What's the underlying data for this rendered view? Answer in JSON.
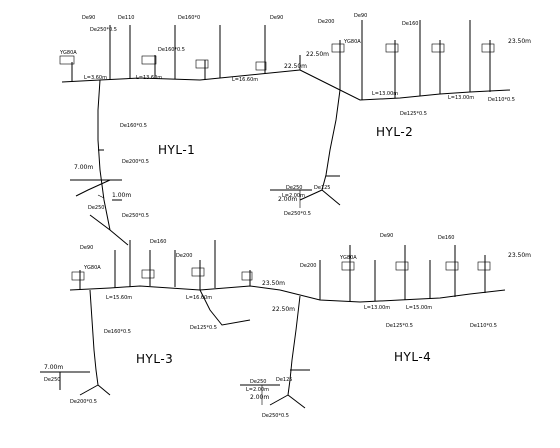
{
  "systems": [
    {
      "title": "HYL-1"
    },
    {
      "title": "HYL-2"
    },
    {
      "title": "HYL-3"
    },
    {
      "title": "HYL-4"
    }
  ],
  "elevations": {
    "hyl1_top": "22.50m",
    "hyl2_top": "23.50m",
    "hyl2_mid": "22.50m",
    "hyl3_top": "23.50m",
    "hyl3_mid": "22.50m",
    "hyl4_top": "23.50m",
    "hyl1_base": "7.00m",
    "hyl1_low": "1.00m",
    "hyl2_base": "2.00m",
    "hyl3_base": "7.00m",
    "hyl4_base": "2.00m"
  },
  "labels": {
    "h1_a": "De90",
    "h1_b": "De110",
    "h1_c": "De160*0",
    "h1_d": "De250*0.5",
    "h1_e": "De160*0.5",
    "h1_f": "De90",
    "h1_len1": "L=3.60m",
    "h1_len2": "L=13.60m",
    "h1_len3": "L=16.60m",
    "h1_g": "De160*0.5",
    "h1_h": "De200*0.5",
    "h1_i": "De250*0.5",
    "h1_j": "De250",
    "h1_k": "YG80A",
    "h2_a": "De90",
    "h2_b": "De160",
    "h2_c": "De200",
    "h2_len1": "L=13.00m",
    "h2_len2": "L=13.00m",
    "h2_d": "De125*0.5",
    "h2_e": "De110*0.5",
    "h2_f": "De250",
    "h2_len3": "L=2.00m",
    "h2_g": "De125",
    "h2_h": "De250*0.5",
    "h2_k": "YG80A",
    "h3_a": "De90",
    "h3_b": "De160",
    "h3_c": "De200",
    "h3_len1": "L=15.60m",
    "h3_len2": "L=16.60m",
    "h3_d": "De125*0.5",
    "h3_e": "De160*0.5",
    "h3_f": "De250",
    "h3_g": "De200*0.5",
    "h3_k": "YG80A",
    "h4_a": "De90",
    "h4_b": "De160",
    "h4_c": "De200",
    "h4_len1": "L=13.00m",
    "h4_len2": "L=15.00m",
    "h4_d": "De125*0.5",
    "h4_e": "De110*0.5",
    "h4_f": "De250",
    "h4_len3": "L=2.00m",
    "h4_g": "De125",
    "h4_h": "De250*0.5",
    "h4_k": "YG80A"
  }
}
